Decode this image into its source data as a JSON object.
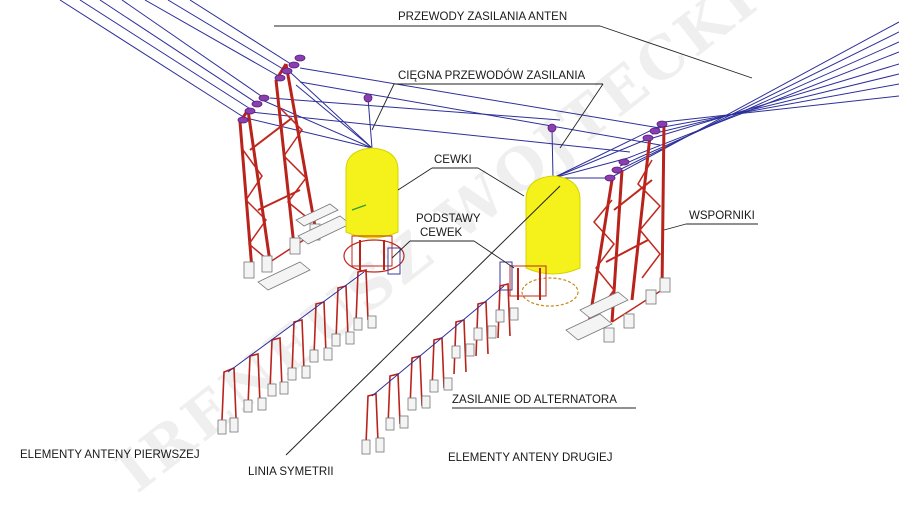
{
  "labels": {
    "supply_wires": "PRZEWODY ZASILANIA ANTEN",
    "wire_tensioners": "CIĘGNA PRZEWODÓW ZASILANIA",
    "coils": "CEWKI",
    "coil_bases_line1": "PODSTAWY",
    "coil_bases_line2": "CEWEK",
    "supports": "WSPORNIKI",
    "alternator_feed": "ZASILANIE OD ALTERNATORA",
    "antenna_one_elements": "ELEMENTY ANTENY PIERWSZEJ",
    "symmetry_line": "LINIA SYMETRII",
    "antenna_two_elements": "ELEMENTY ANTENY DRUGIEJ"
  },
  "watermark": "IRENEUSZ WOJTECKI",
  "colors": {
    "mast": "#b8231b",
    "coil": "#f4f21a",
    "insulator": "#8a3fb0",
    "wire": "#2d2f9a",
    "background": "#ffffff"
  }
}
